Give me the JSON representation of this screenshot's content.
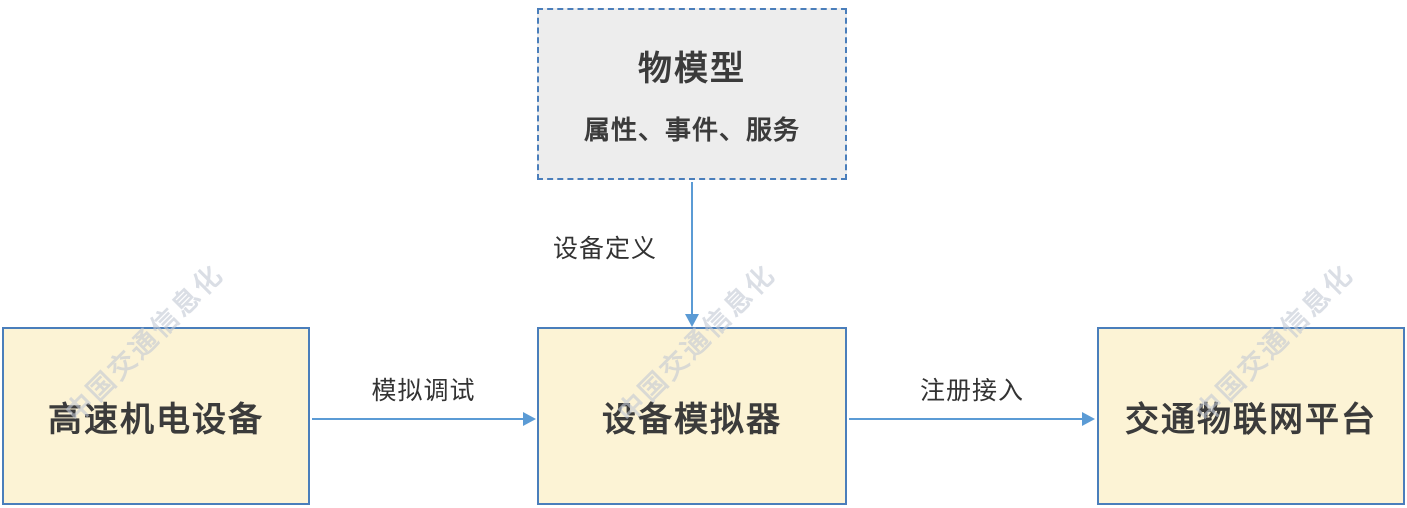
{
  "diagram": {
    "colors": {
      "box_fill": "#FCF3D5",
      "box_border": "#4A7EBB",
      "model_fill": "#EDEDED",
      "model_border": "#4A7EBB",
      "arrow": "#5B9BD5",
      "text": "#3B3B3B",
      "watermark": "#C3C9D4"
    },
    "nodes": {
      "thing_model": {
        "title": "物模型",
        "subtitle": "属性、事件、服务"
      },
      "device": {
        "label": "高速机电设备"
      },
      "simulator": {
        "label": "设备模拟器"
      },
      "platform": {
        "label": "交通物联网平台"
      }
    },
    "edges": {
      "define": {
        "label": "设备定义"
      },
      "simulate": {
        "label": "模拟调试"
      },
      "register": {
        "label": "注册接入"
      }
    },
    "watermark": {
      "text": "中国交通信息化"
    }
  }
}
